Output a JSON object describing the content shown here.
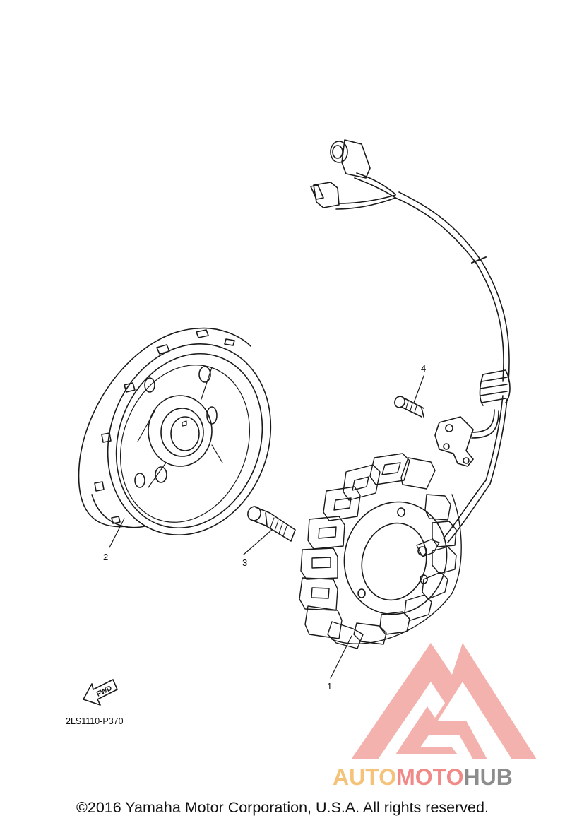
{
  "callouts": {
    "part_1": "1",
    "part_2": "2",
    "part_3": "3",
    "part_4": "4"
  },
  "fwd_label": "FWD",
  "drawing_code": "2LS1110-P370",
  "copyright": "©2016 Yamaha Motor Corporation, U.S.A. All rights reserved.",
  "watermark": {
    "part_a": "AUTO",
    "part_b": "MOTO",
    "part_c": "HUB",
    "colors": {
      "auto": "#f5c27a",
      "moto": "#f08a88",
      "hub": "#8c8c8c",
      "logo": "#f0a09c"
    }
  }
}
